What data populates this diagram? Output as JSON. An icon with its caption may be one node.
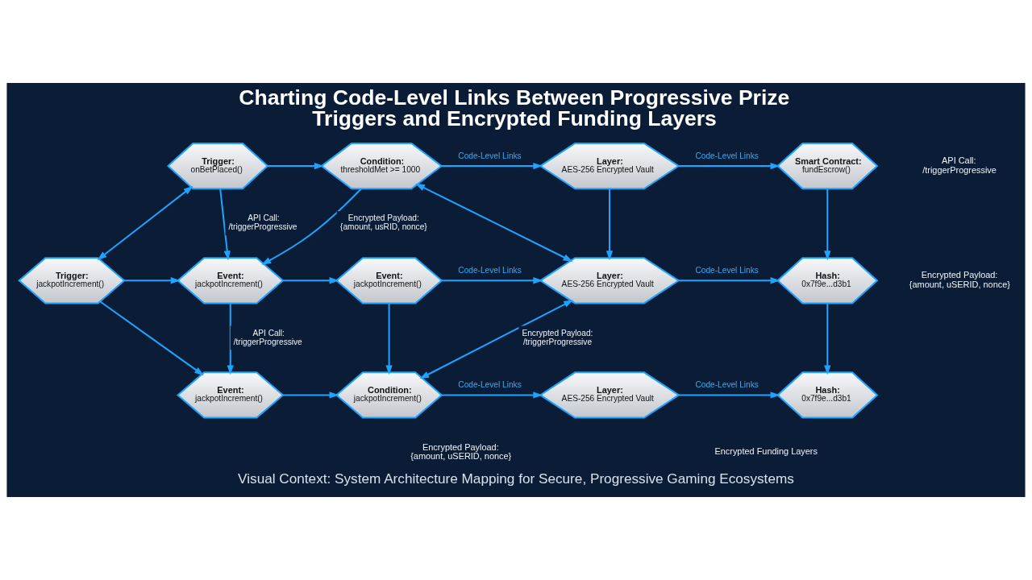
{
  "diagram": {
    "title": "Charting Code-Level Links Between Progressive Prize Triggers and Encrypted Funding Layers",
    "caption": "Visual Context: System Architecture Mapping for Secure, Progressive Gaming Ecosystems",
    "nodes": [
      {
        "text": [
          "Trigger:",
          "onBetPlaced()"
        ]
      },
      {
        "text": [
          "Condition:",
          "thresholdMet >= 1000"
        ]
      },
      {
        "text": [
          "Layer:",
          "AES-256 Encrypted Vault"
        ]
      },
      {
        "text": [
          "Smart Contract:",
          "fundEscrow()"
        ]
      },
      {
        "text": [
          "Trigger:",
          "jackpotIncrement()"
        ]
      },
      {
        "text": [
          "Event:",
          "jackpotIncrement()"
        ]
      },
      {
        "text": [
          "Event:",
          "jackpotIncrement()"
        ]
      },
      {
        "text": [
          "Layer:",
          "AES-256 Encrypted Vault"
        ]
      },
      {
        "text": [
          "Hash:",
          "0x7f9e...d3b1"
        ]
      },
      {
        "text": [
          "Event:",
          "jackpotIncrement()"
        ]
      },
      {
        "text": [
          "Condition:",
          "jackpotIncrement()"
        ]
      },
      {
        "text": [
          "Layer:",
          "AES-256 Encrypted Vault"
        ]
      },
      {
        "text": [
          "Hash:",
          "0x7f9e...d3b1"
        ]
      }
    ],
    "edges": [
      {
        "from": 0,
        "to": 1,
        "arrow": "to"
      },
      {
        "from": 1,
        "to": 2,
        "arrow": "to",
        "label": "Code-Level Links"
      },
      {
        "from": 2,
        "to": 3,
        "arrow": "to",
        "label": "Code-Level Links"
      },
      {
        "from": 0,
        "to": 4,
        "arrow": "both"
      },
      {
        "from": 0,
        "to": 5,
        "arrow": "to",
        "label": "API Call: /triggerProgressive"
      },
      {
        "from": 1,
        "to": 5,
        "arrow": "to",
        "label": "Encrypted Payload: {amount, usRID, nonce}"
      },
      {
        "from": 1,
        "to": 7,
        "arrow": "both"
      },
      {
        "from": 2,
        "to": 7,
        "arrow": "to"
      },
      {
        "from": 3,
        "to": 8,
        "arrow": "to"
      },
      {
        "from": 4,
        "to": 5,
        "arrow": "to"
      },
      {
        "from": 5,
        "to": 6,
        "arrow": "to"
      },
      {
        "from": 6,
        "to": 7,
        "arrow": "to",
        "label": "Code-Level Links"
      },
      {
        "from": 7,
        "to": 8,
        "arrow": "to",
        "label": "Code-Level Links"
      },
      {
        "from": 4,
        "to": 9,
        "arrow": "to"
      },
      {
        "from": 5,
        "to": 9,
        "arrow": "to",
        "label": "API Call: /triggerProgressive"
      },
      {
        "from": 6,
        "to": 10,
        "arrow": "to"
      },
      {
        "from": 7,
        "to": 10,
        "arrow": "both",
        "label": "Encrypted Payload: /triggerProgressive"
      },
      {
        "from": 8,
        "to": 12,
        "arrow": "to"
      },
      {
        "from": 9,
        "to": 10,
        "arrow": "to"
      },
      {
        "from": 10,
        "to": 11,
        "arrow": "to",
        "label": "Code-Level Links"
      },
      {
        "from": 11,
        "to": 12,
        "arrow": "to",
        "label": "Code-Level Links"
      }
    ],
    "labels": [
      "API Call: /triggerProgressive",
      "Encrypted Payload: {amount, uSERID, nonce}",
      "Encrypted Payload: {amount, uSERID, nonce}",
      "Encrypted Funding Layers"
    ]
  }
}
